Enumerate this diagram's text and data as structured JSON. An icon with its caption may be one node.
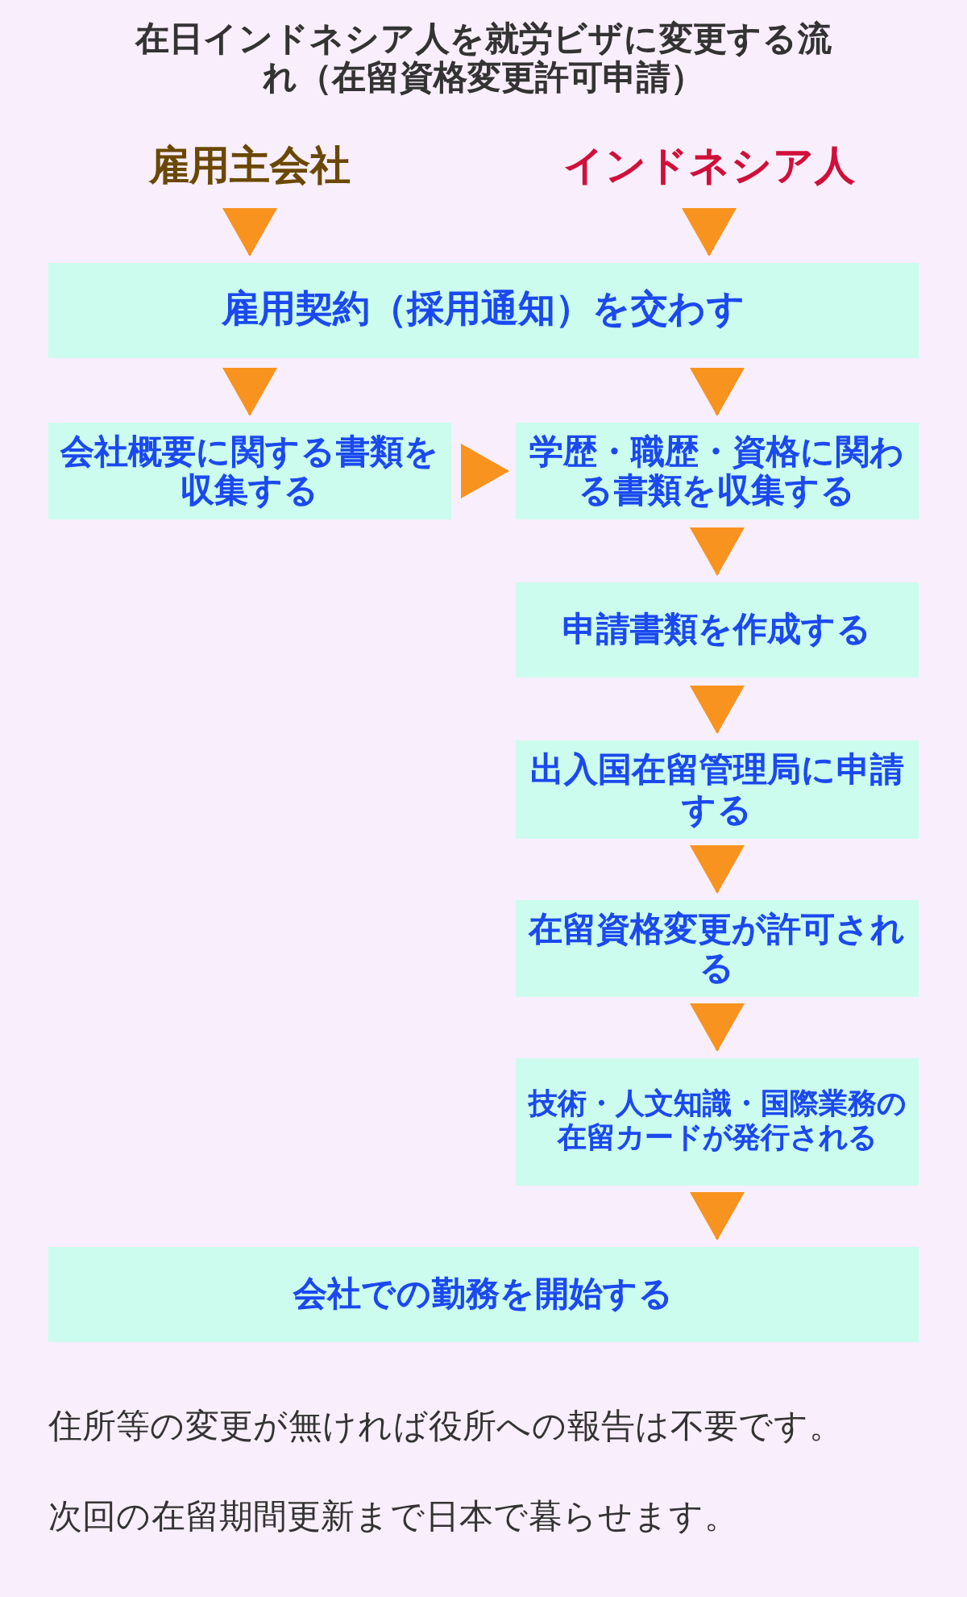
{
  "diagram": {
    "title": "在日インドネシア人を就労ビザに変更する流れ（在留資格変更許可申請）",
    "nodes": [
      {
        "text": [
          "雇用主会社"
        ]
      },
      {
        "text": [
          "インドネシア人"
        ]
      },
      {
        "text": [
          "雇用契約（採用通知）を交わす"
        ]
      },
      {
        "text": [
          "会社概要に関する書類を収集する"
        ]
      },
      {
        "text": [
          "学歴・職歴・資格に関わる書類を収集する"
        ]
      },
      {
        "text": [
          "申請書類を作成する"
        ]
      },
      {
        "text": [
          "出入国在留管理局に申請する"
        ]
      },
      {
        "text": [
          "在留資格変更が許可される"
        ]
      },
      {
        "text": [
          "技術・人文知識・国際業務の在留カードが発行される"
        ]
      },
      {
        "text": [
          "会社での勤務を開始する"
        ]
      }
    ],
    "edges": [
      {
        "from": 0,
        "to": 2,
        "arrow": "to"
      },
      {
        "from": 1,
        "to": 2,
        "arrow": "to"
      },
      {
        "from": 2,
        "to": 3,
        "arrow": "to"
      },
      {
        "from": 2,
        "to": 4,
        "arrow": "to"
      },
      {
        "from": 3,
        "to": 4,
        "arrow": "to"
      },
      {
        "from": 4,
        "to": 5,
        "arrow": "to"
      },
      {
        "from": 5,
        "to": 6,
        "arrow": "to"
      },
      {
        "from": 6,
        "to": 7,
        "arrow": "to"
      },
      {
        "from": 7,
        "to": 8,
        "arrow": "to"
      },
      {
        "from": 8,
        "to": 9,
        "arrow": "to"
      }
    ],
    "labels": [
      "住所等の変更が無ければ役所への報告は不要です。",
      "次回の在留期間更新まで日本で暮らせます。"
    ]
  }
}
